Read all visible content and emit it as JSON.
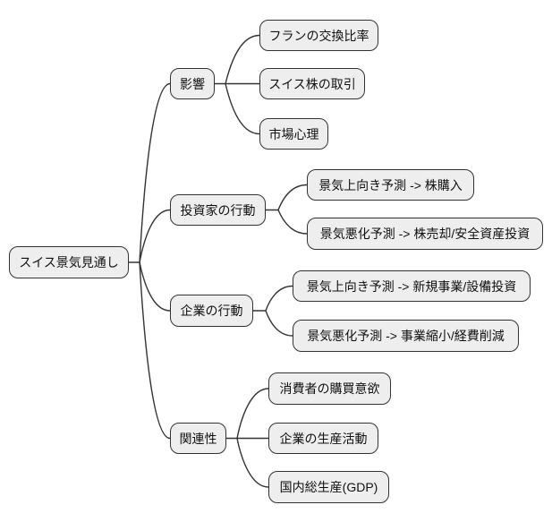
{
  "diagram": {
    "type": "mindmap",
    "orientation": "left-to-right",
    "colors": {
      "background": "#ffffff",
      "node_fill": "#eeeeee",
      "node_border": "#333333",
      "edge": "#333333",
      "text": "#111111"
    },
    "root": {
      "label": "スイス景気見通し"
    },
    "branches": [
      {
        "label": "影響",
        "children": [
          {
            "label": "フランの交換比率"
          },
          {
            "label": "スイス株の取引"
          },
          {
            "label": "市場心理"
          }
        ]
      },
      {
        "label": "投資家の行動",
        "children": [
          {
            "label": "景気上向き予測 -> 株購入"
          },
          {
            "label": "景気悪化予測 -> 株売却/安全資産投資"
          }
        ]
      },
      {
        "label": "企業の行動",
        "children": [
          {
            "label": "景気上向き予測 -> 新規事業/設備投資"
          },
          {
            "label": "景気悪化予測 -> 事業縮小/経費削減"
          }
        ]
      },
      {
        "label": "関連性",
        "children": [
          {
            "label": "消費者の購買意欲"
          },
          {
            "label": "企業の生産活動"
          },
          {
            "label": "国内総生産(GDP)"
          }
        ]
      }
    ]
  }
}
